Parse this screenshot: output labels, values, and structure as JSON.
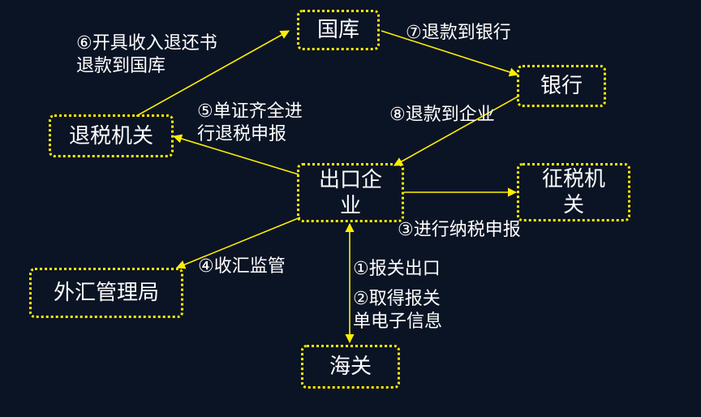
{
  "colors": {
    "background": "#0b1424",
    "border": "#ffee00",
    "arrow": "#ffee00",
    "text": "#ffffff"
  },
  "nodes": {
    "treasury": "国库",
    "bank": "银行",
    "refund_office": "退税机关",
    "enterprise_line1": "出口企",
    "enterprise_line2": "业",
    "tax_office_line1": "征税机",
    "tax_office_line2": "关",
    "forex": "外汇管理局",
    "customs": "海关"
  },
  "labels": {
    "step6_line1": "⑥开具收入退还书",
    "step6_line2": "退款到国库",
    "step7": "⑦退款到银行",
    "step8": "⑧退款到企业",
    "step5_line1": "⑤单证齐全进",
    "step5_line2": "行退税申报",
    "step3": "③进行纳税申报",
    "step4": "④收汇监管",
    "step1": "①报关出口",
    "step2_line1": "②取得报关",
    "step2_line2": "单电子信息"
  }
}
